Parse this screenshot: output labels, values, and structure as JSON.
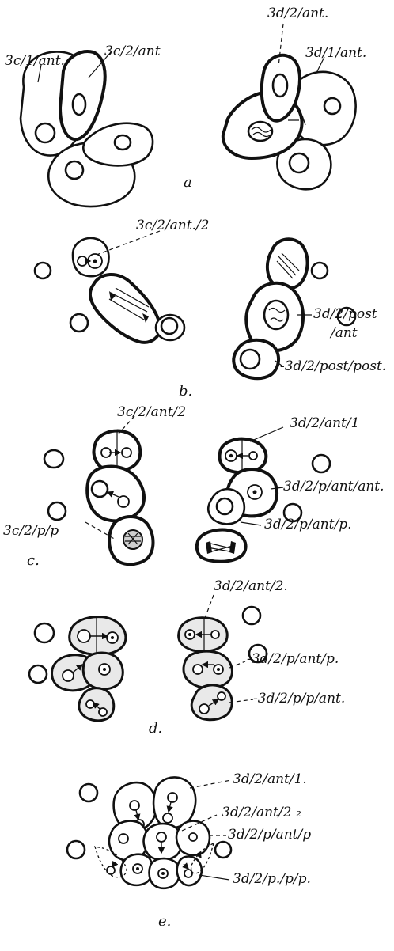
{
  "panels": {
    "a": {
      "letter": "a",
      "labels": [
        "3c/1/ant.",
        "3c/2/ant",
        "3d/2/ant.",
        "3d/1/ant."
      ]
    },
    "b": {
      "letter": "b.",
      "labels": [
        "3c/2/ant./2",
        "3d/2/post",
        "/ant",
        "-3d/2/post/post."
      ]
    },
    "c": {
      "letter": "c.",
      "labels": [
        "3c/2/ant/2",
        "3c/2/p/p",
        "3d/2/ant/1",
        "3d/2/p/ant/ant.",
        "3d/2/p/ant/p."
      ]
    },
    "d": {
      "letter": "d.",
      "labels": [
        "3d/2/ant/2.",
        "-3d/2/p/ant/p.",
        "-3d/2/p/p/ant."
      ]
    },
    "e": {
      "letter": "e.",
      "labels": [
        "3d/2/ant/1.",
        "3d/2/ant/2 ₂",
        "3d/2/p/ant/p",
        "3d/2/p./p/p."
      ]
    }
  }
}
